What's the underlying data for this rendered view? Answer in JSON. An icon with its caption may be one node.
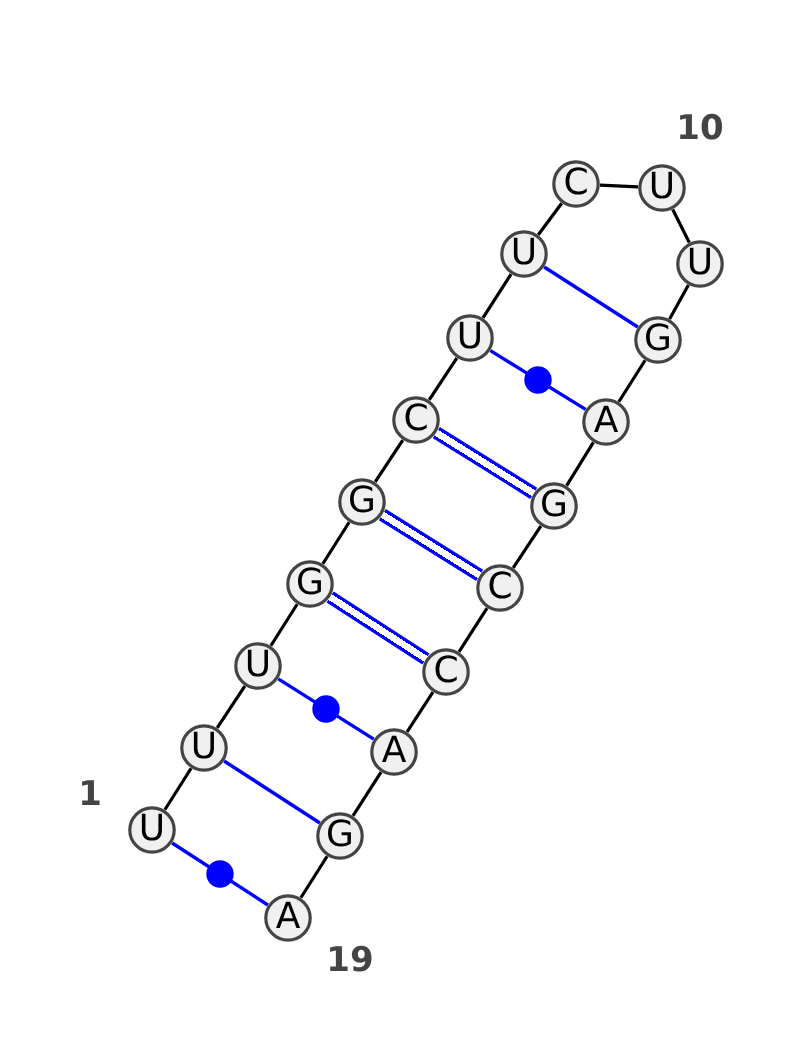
{
  "diagram": {
    "nodes": [
      {
        "text": [
          "U"
        ],
        "beside": [
          "1"
        ]
      },
      {
        "text": [
          "U"
        ]
      },
      {
        "text": [
          "U"
        ]
      },
      {
        "text": [
          "G"
        ]
      },
      {
        "text": [
          "G"
        ]
      },
      {
        "text": [
          "C"
        ]
      },
      {
        "text": [
          "U"
        ]
      },
      {
        "text": [
          "U"
        ]
      },
      {
        "text": [
          "C"
        ]
      },
      {
        "text": [
          "U"
        ],
        "beside": [
          "10"
        ]
      },
      {
        "text": [
          "U"
        ]
      },
      {
        "text": [
          "G"
        ]
      },
      {
        "text": [
          "A"
        ]
      },
      {
        "text": [
          "G"
        ]
      },
      {
        "text": [
          "C"
        ]
      },
      {
        "text": [
          "C"
        ]
      },
      {
        "text": [
          "A"
        ]
      },
      {
        "text": [
          "G"
        ]
      },
      {
        "text": [
          "A"
        ],
        "beside": [
          "19"
        ]
      }
    ],
    "edges": [
      {
        "from": 0,
        "to": 1,
        "arrow": "none"
      },
      {
        "from": 1,
        "to": 2,
        "arrow": "none"
      },
      {
        "from": 2,
        "to": 3,
        "arrow": "none"
      },
      {
        "from": 3,
        "to": 4,
        "arrow": "none"
      },
      {
        "from": 4,
        "to": 5,
        "arrow": "none"
      },
      {
        "from": 5,
        "to": 6,
        "arrow": "none"
      },
      {
        "from": 6,
        "to": 7,
        "arrow": "none"
      },
      {
        "from": 7,
        "to": 8,
        "arrow": "none"
      },
      {
        "from": 8,
        "to": 9,
        "arrow": "none"
      },
      {
        "from": 9,
        "to": 10,
        "arrow": "none"
      },
      {
        "from": 10,
        "to": 11,
        "arrow": "none"
      },
      {
        "from": 11,
        "to": 12,
        "arrow": "none"
      },
      {
        "from": 12,
        "to": 13,
        "arrow": "none"
      },
      {
        "from": 13,
        "to": 14,
        "arrow": "none"
      },
      {
        "from": 14,
        "to": 15,
        "arrow": "none"
      },
      {
        "from": 15,
        "to": 16,
        "arrow": "none"
      },
      {
        "from": 16,
        "to": 17,
        "arrow": "none"
      },
      {
        "from": 17,
        "to": 18,
        "arrow": "none"
      },
      {
        "from": 0,
        "to": 18,
        "arrow": "none",
        "color": "#0000ff"
      },
      {
        "from": 1,
        "to": 17,
        "arrow": "none",
        "color": "#0000ff"
      },
      {
        "from": 2,
        "to": 16,
        "arrow": "none",
        "color": "#0000ff"
      },
      {
        "from": 3,
        "to": 15,
        "arrow": "none",
        "color": "#0000ff"
      },
      {
        "from": 4,
        "to": 14,
        "arrow": "none",
        "color": "#0000ff"
      },
      {
        "from": 5,
        "to": 13,
        "arrow": "none",
        "color": "#0000ff"
      },
      {
        "from": 6,
        "to": 12,
        "arrow": "none",
        "color": "#0000ff"
      },
      {
        "from": 7,
        "to": 11,
        "arrow": "none",
        "color": "#0000ff"
      }
    ]
  }
}
